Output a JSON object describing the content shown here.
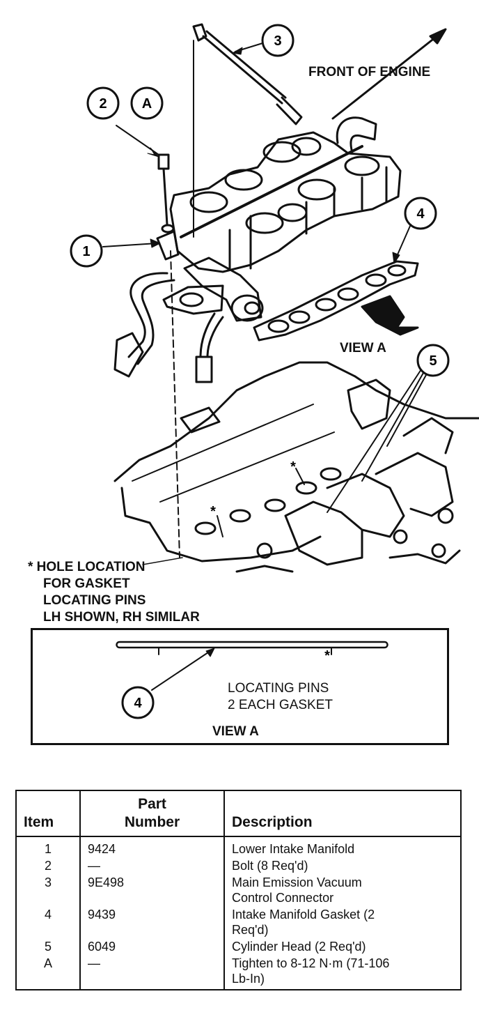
{
  "labels": {
    "front_of_engine": "FRONT OF ENGINE",
    "view_a": "VIEW A",
    "hole_note": [
      "* HOLE LOCATION",
      "FOR GASKET",
      "LOCATING PINS",
      "LH SHOWN, RH SIMILAR"
    ],
    "locating_pins": [
      "LOCATING PINS",
      "2 EACH GASKET"
    ],
    "inset_view_a": "VIEW A"
  },
  "callouts": {
    "c1": "1",
    "c2": "2",
    "cA": "A",
    "c3": "3",
    "c4": "4",
    "c5": "5",
    "c4b": "4",
    "star1": "*",
    "star2": "*",
    "star3": "*"
  },
  "table": {
    "headers": {
      "item": "Item",
      "part_line1": "Part",
      "part_line2": "Number",
      "description": "Description"
    },
    "rows": [
      {
        "item": "1",
        "part": "9424",
        "desc": [
          "Lower Intake Manifold"
        ]
      },
      {
        "item": "2",
        "part": "—",
        "desc": [
          "Bolt (8 Req'd)"
        ]
      },
      {
        "item": "3",
        "part": "9E498",
        "desc": [
          "Main Emission Vacuum",
          "Control Connector"
        ]
      },
      {
        "item": "4",
        "part": "9439",
        "desc": [
          "Intake Manifold Gasket (2",
          "Req'd)"
        ]
      },
      {
        "item": "5",
        "part": "6049",
        "desc": [
          "Cylinder Head (2 Req'd)"
        ]
      },
      {
        "item": "A",
        "part": "—",
        "desc": [
          "Tighten to 8-12 N·m (71-106",
          "Lb-In)"
        ]
      }
    ]
  }
}
